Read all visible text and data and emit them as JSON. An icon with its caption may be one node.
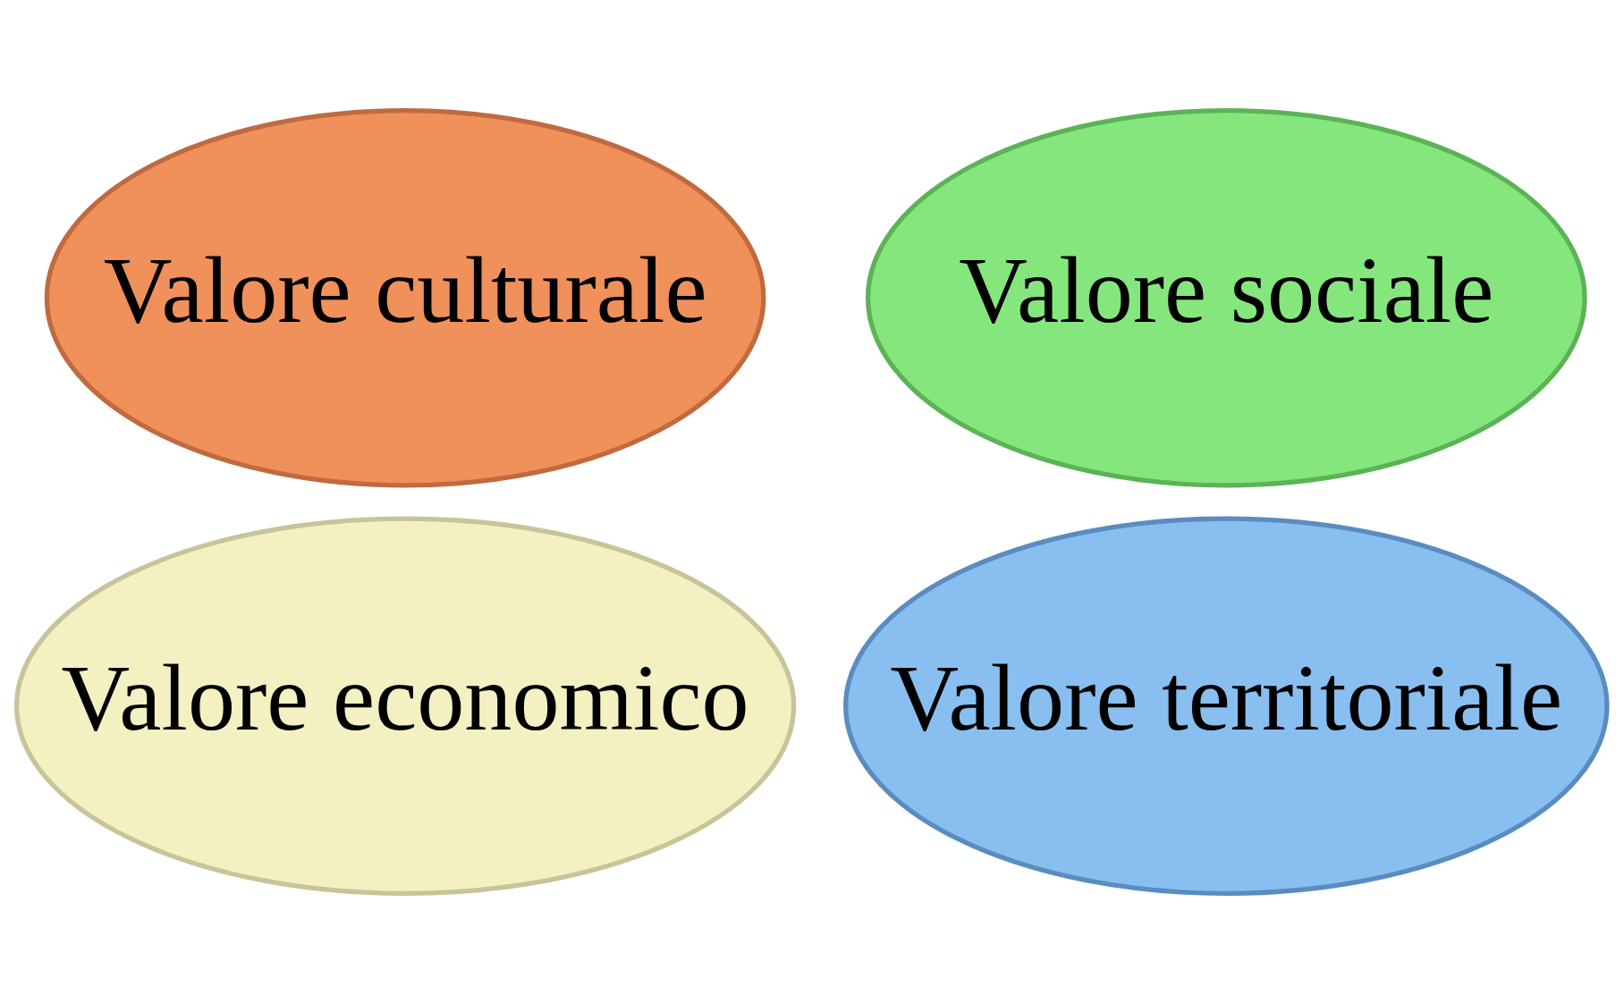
{
  "diagram": {
    "nodes": [
      {
        "text": [
          "Valore culturale"
        ]
      },
      {
        "text": [
          "Valore sociale"
        ]
      },
      {
        "text": [
          "Valore economico"
        ]
      },
      {
        "text": [
          "Valore territoriale"
        ]
      }
    ]
  }
}
